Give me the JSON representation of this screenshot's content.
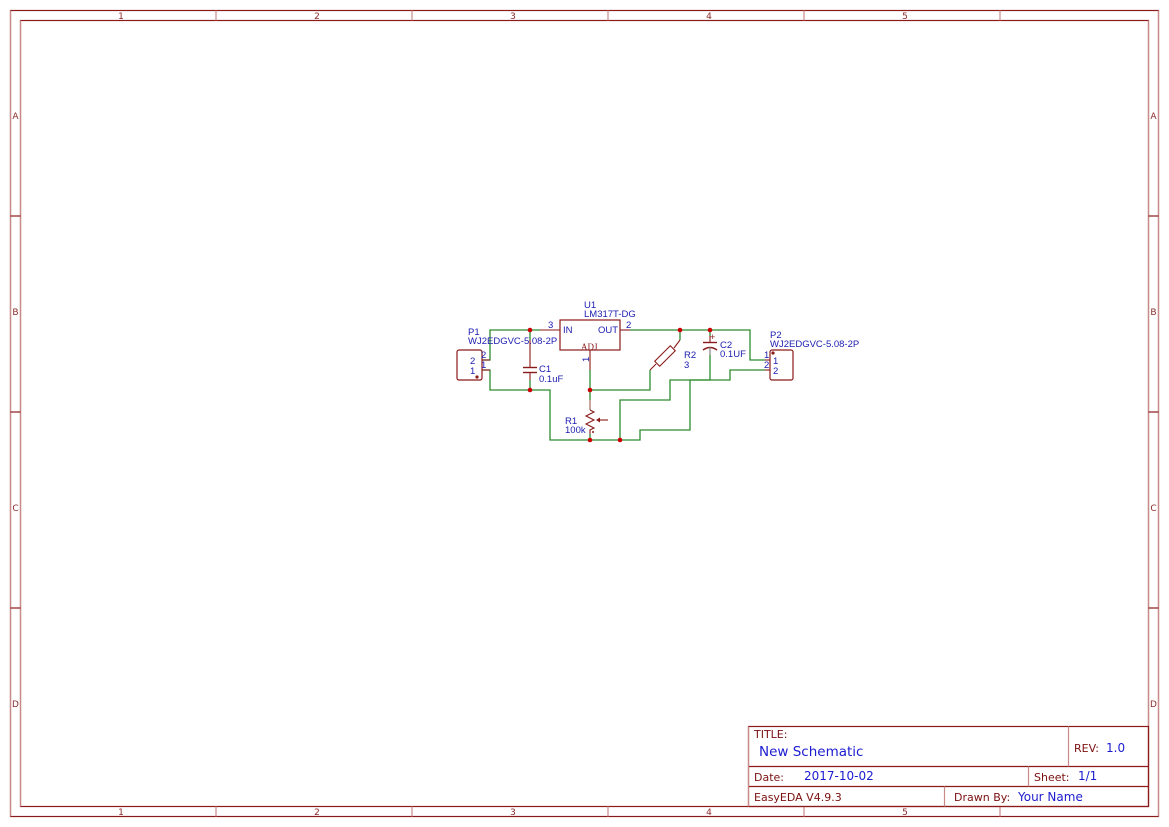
{
  "frame": {
    "columns": [
      "1",
      "2",
      "3",
      "4",
      "5"
    ],
    "rows": [
      "A",
      "B",
      "C",
      "D"
    ],
    "border_color": "#8b1a1a",
    "wire_color": "#2e8b2e",
    "text_color": "#1b1bb0"
  },
  "components": {
    "u1": {
      "designator": "U1",
      "value": "LM317T-DG",
      "pin_in_label": "IN",
      "pin_out_label": "OUT",
      "pin_adj_label": "ADJ",
      "pin_in_num": "3",
      "pin_out_num": "2",
      "pin_adj_num": "1"
    },
    "p1": {
      "designator": "P1",
      "value": "WJ2EDGVC-5.08-2P",
      "pin_labels": [
        "2",
        "1"
      ],
      "pin_nums": [
        "2",
        "1"
      ]
    },
    "p2": {
      "designator": "P2",
      "value": "WJ2EDGVC-5.08-2P",
      "pin_labels": [
        "1",
        "2"
      ],
      "pin_nums": [
        "1",
        "2"
      ]
    },
    "c1": {
      "designator": "C1",
      "value": "0.1uF"
    },
    "c2": {
      "designator": "C2",
      "value": "0.1UF",
      "polarity": "+"
    },
    "r1": {
      "designator": "R1",
      "value": "100k"
    },
    "r2": {
      "designator": "R2",
      "value": "3"
    }
  },
  "title_block": {
    "title_label": "TITLE:",
    "title_value": "New Schematic",
    "rev_label": "REV:",
    "rev_value": "1.0",
    "date_label": "Date:",
    "date_value": "2017-10-02",
    "sheet_label": "Sheet:",
    "sheet_value": "1/1",
    "software": "EasyEDA V4.9.3",
    "drawn_by_label": "Drawn By:",
    "drawn_by_value": "Your Name"
  }
}
